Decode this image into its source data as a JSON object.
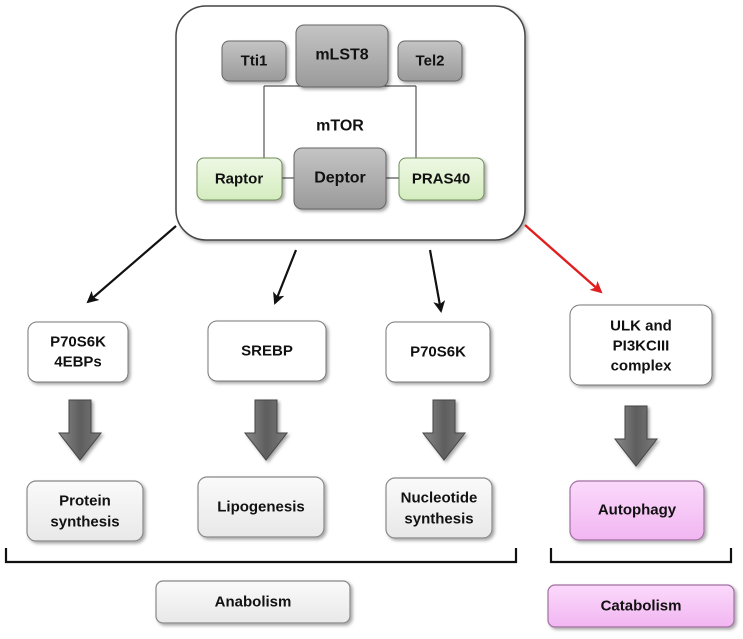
{
  "complex": {
    "core_label": "mTOR",
    "subunits": {
      "tti1": "Tti1",
      "mlst8": "mLST8",
      "tel2": "Tel2",
      "raptor": "Raptor",
      "deptor": "Deptor",
      "pras40": "PRAS40"
    }
  },
  "effectors": {
    "p70s6k_4ebps": [
      "P70S6K",
      "4EBPs"
    ],
    "srebp": [
      "SREBP"
    ],
    "p70s6k": [
      "P70S6K"
    ],
    "ulk": [
      "ULK and",
      "PI3KCIII",
      "complex"
    ]
  },
  "outcomes": {
    "protein_synthesis": [
      "Protein",
      "synthesis"
    ],
    "lipogenesis": [
      "Lipogenesis"
    ],
    "nucleotide_synthesis": [
      "Nucleotide",
      "synthesis"
    ],
    "autophagy": [
      "Autophagy"
    ]
  },
  "categories": {
    "anabolism": "Anabolism",
    "catabolism": "Catabolism"
  },
  "colors": {
    "grey_box": "#a8a8a8",
    "green_box": "#e2f3d2",
    "pink_box": "#f6c8f6",
    "light_box": "#f2f2f2",
    "inhibit_arrow": "#e02020",
    "activate_arrow": "#111111",
    "block_arrow": "#6e6e6e"
  }
}
